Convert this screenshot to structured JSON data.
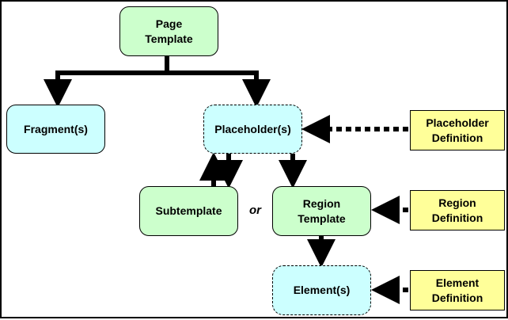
{
  "nodes": {
    "page_template": "Page\nTemplate",
    "fragments": "Fragment(s)",
    "placeholders": "Placeholder(s)",
    "placeholder_definition": "Placeholder\nDefinition",
    "subtemplate": "Subtemplate",
    "region_template": "Region\nTemplate",
    "region_definition": "Region\nDefinition",
    "elements": "Element(s)",
    "element_definition": "Element\nDefinition"
  },
  "connector_label": "or"
}
